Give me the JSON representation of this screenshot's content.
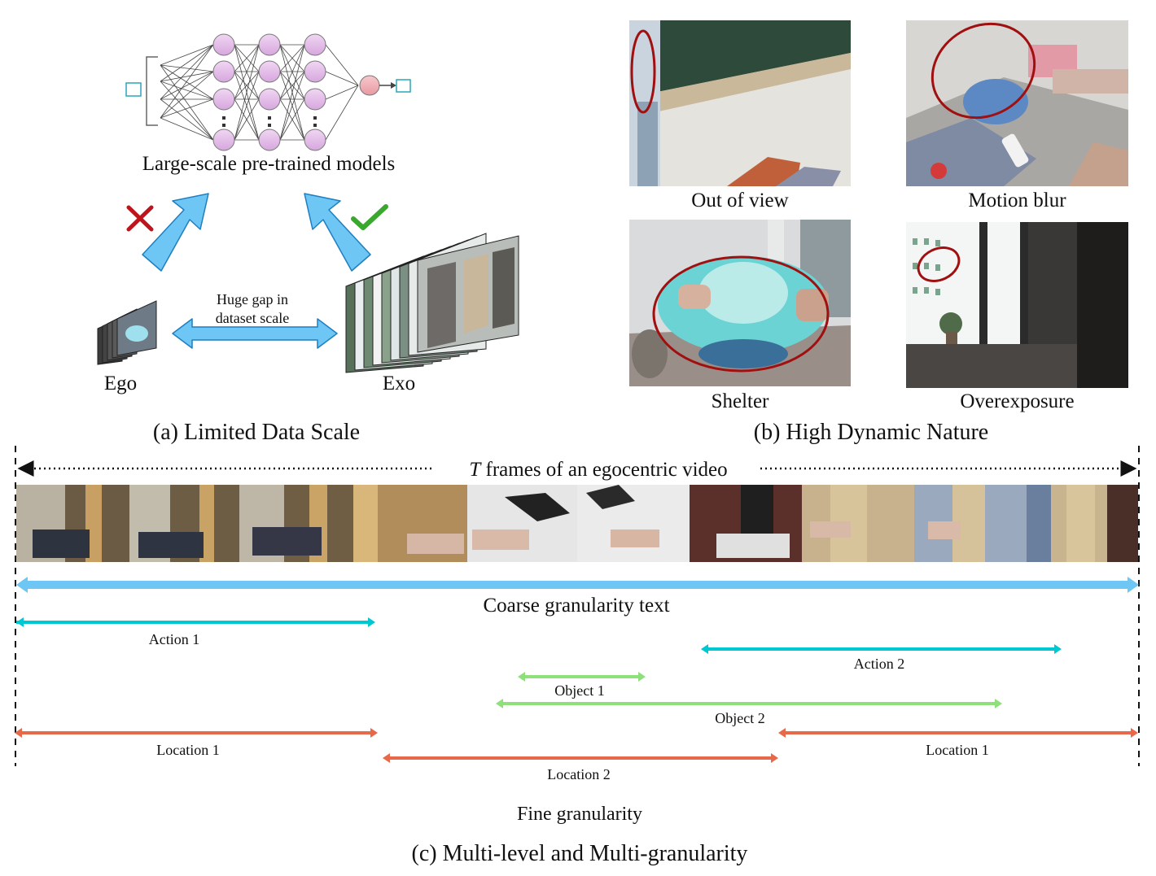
{
  "panel_a": {
    "model_label": "Large-scale pre-trained models",
    "gap_line1": "Huge gap in",
    "gap_line2": "dataset scale",
    "ego_label": "Ego",
    "exo_label": "Exo",
    "caption": "(a) Limited Data Scale"
  },
  "panel_b": {
    "images": [
      {
        "label": "Out of view"
      },
      {
        "label": "Motion blur"
      },
      {
        "label": "Shelter"
      },
      {
        "label": "Overexposure"
      }
    ],
    "caption": "(b) High Dynamic Nature"
  },
  "panel_c": {
    "timeline_t": "T",
    "timeline_rest": " frames of an egocentric video",
    "coarse_label": "Coarse granularity text",
    "spans": [
      {
        "label": "Action 1"
      },
      {
        "label": "Action 2"
      },
      {
        "label": "Object 1"
      },
      {
        "label": "Object 2"
      },
      {
        "label": "Location 1"
      },
      {
        "label": "Location 2"
      },
      {
        "label": "Location 1"
      }
    ],
    "fine_label": "Fine granularity",
    "caption": "(c) Multi-level and Multi-granularity"
  },
  "colors": {
    "light_blue": "#6ec6f5",
    "cyan": "#00c8d2",
    "light_green": "#8ee07a",
    "orange": "#e8684a",
    "dark_red": "#a01010",
    "green_check": "#3aa82e",
    "red_cross": "#c0141c"
  }
}
